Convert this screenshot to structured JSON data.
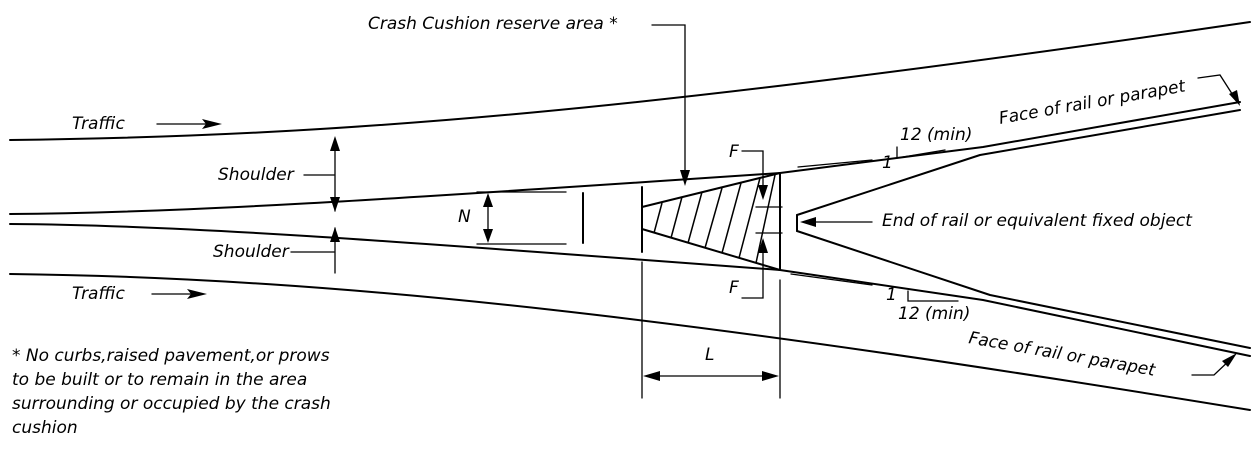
{
  "labels": {
    "crash_cushion_reserve_area": "Crash Cushion reserve area *",
    "traffic_top": "Traffic",
    "traffic_bottom": "Traffic",
    "shoulder_top": "Shoulder",
    "shoulder_bottom": "Shoulder",
    "n": "N",
    "f_top": "F",
    "f_bottom": "F",
    "l": "L",
    "slope_top_run": "12 (min)",
    "slope_top_rise": "1",
    "slope_bottom_run": "12 (min)",
    "slope_bottom_rise": "1",
    "end_of_rail": "End of rail or equivalent fixed object",
    "face_of_rail_top": "Face of rail or parapet",
    "face_of_rail_bottom": "Face of rail or parapet"
  },
  "note": {
    "lines": [
      "* No curbs,raised pavement,or prows",
      "to be built or to remain in the area",
      "surrounding or occupied by the crash",
      "cushion"
    ]
  },
  "colors": {
    "ink": "#000000",
    "background": "#ffffff"
  }
}
